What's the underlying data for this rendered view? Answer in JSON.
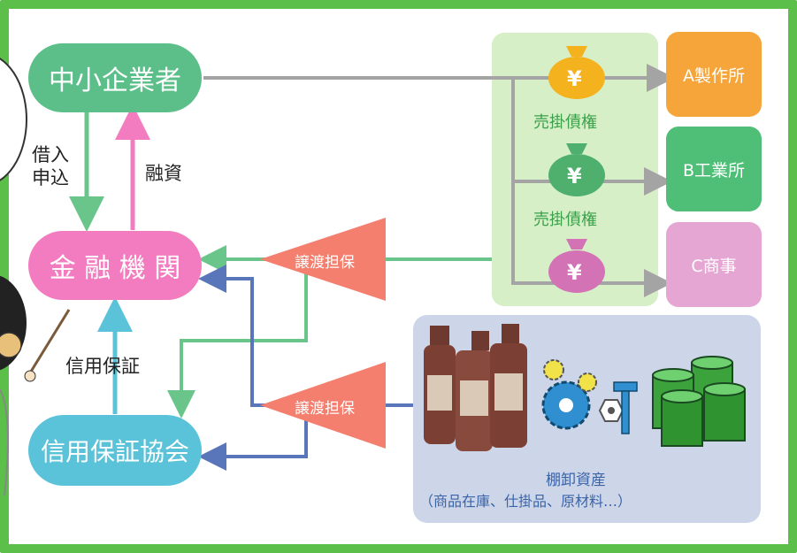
{
  "nodes": {
    "sme": "中小企業者",
    "bank": "金 融 機 関",
    "guarantee_assoc": "信用保証協会",
    "a_factory": "A製作所",
    "b_industry": "B工業所",
    "c_trading": "C商事"
  },
  "flows": {
    "loan_application": "借入\n申込",
    "financing": "融資",
    "credit_guarantee": "信用保証"
  },
  "collateral": {
    "upper": "譲渡担保",
    "lower": "譲渡担保"
  },
  "receivables": {
    "label_1": "売掛債権",
    "label_2": "売掛債権",
    "yen_symbol": "¥"
  },
  "inventory": {
    "title": "棚卸資産",
    "subtitle": "（商品在庫、仕掛品、原材料…）"
  },
  "colors": {
    "frame": "#5cbf4a",
    "sme_node": "#5cbf8a",
    "bank_node": "#f27cbf",
    "guarantee_node": "#5bc3d9",
    "a_node": "#f5a53a",
    "b_node": "#4fbf78",
    "c_node": "#e6a6d3",
    "receivables_panel": "#d6efc7",
    "inventory_panel": "#cdd6e8",
    "collateral_triangle": "#f47f6e"
  }
}
